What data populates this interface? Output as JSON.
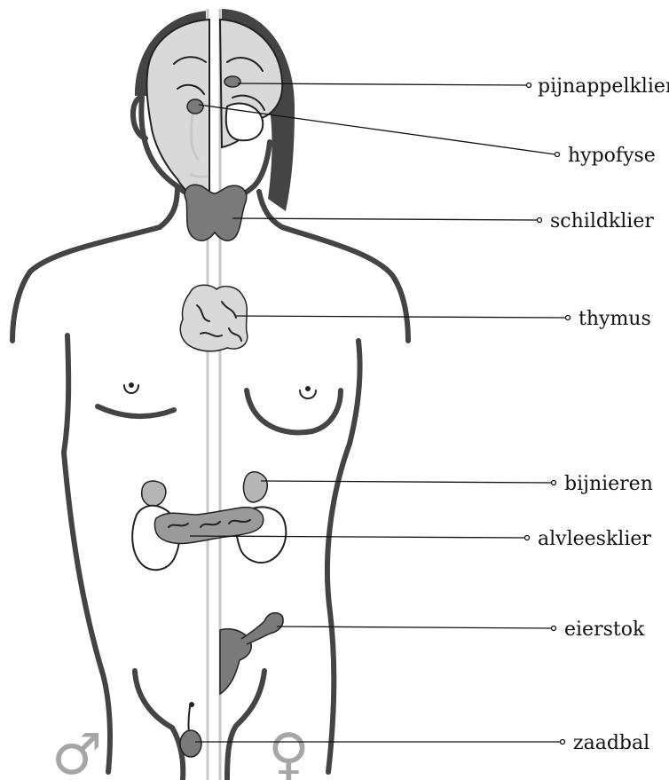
{
  "labels": {
    "pineal": "pijnappelklier",
    "pituitary": "hypofyse",
    "thyroid": "schildklier",
    "thymus": "thymus",
    "adrenal": "bijnieren",
    "pancreas": "alvleesklier",
    "ovary": "eierstok",
    "testis": "zaadbal"
  },
  "symbols": {
    "male": "♂",
    "female": "♀"
  },
  "colors": {
    "body_outline": "#444444",
    "gland_fill": "#7a7a7a",
    "light_fill": "#d9d9d9",
    "midline": "#c8c8c8",
    "symbol": "#a6a6a6"
  }
}
